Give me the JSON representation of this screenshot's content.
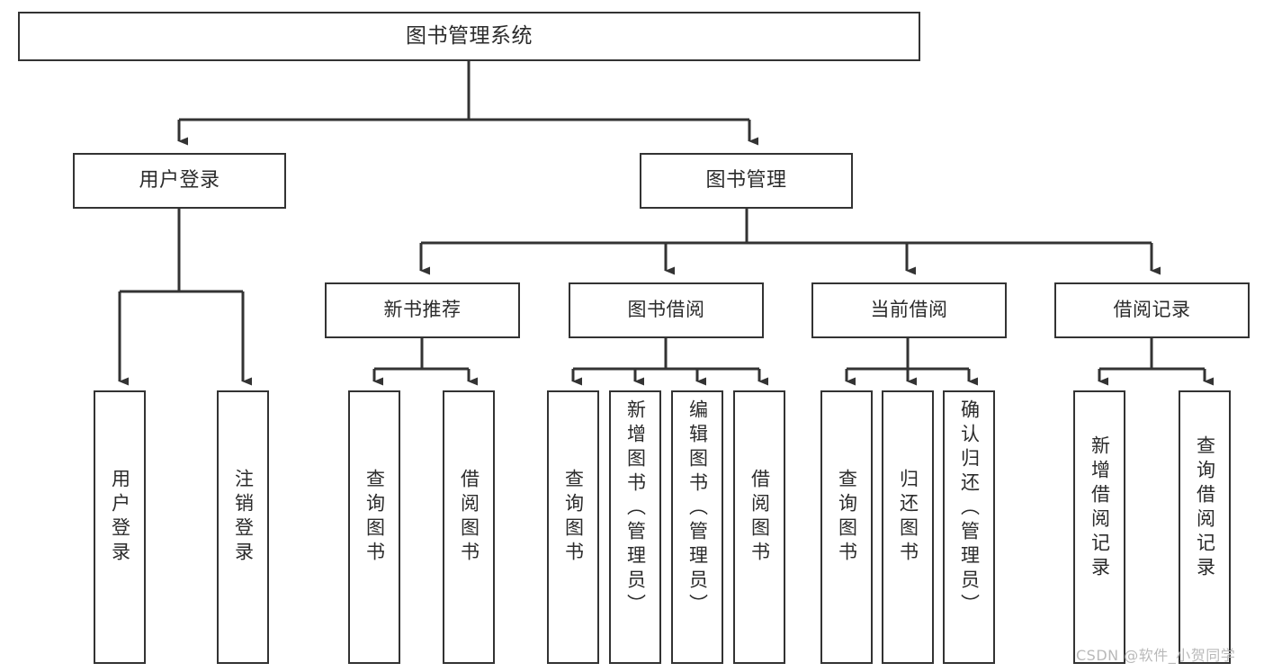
{
  "diagram": {
    "type": "tree-hierarchy-chart",
    "title": "图书管理系统",
    "colors": {
      "box_border": "#333333",
      "box_fill": "#ffffff",
      "connector": "#333333",
      "text": "#2b2b2b",
      "watermark": "#b9b9b9",
      "background": "#ffffff"
    },
    "root": {
      "label": "图书管理系统"
    },
    "level2": [
      {
        "id": "user-login",
        "label": "用户登录"
      },
      {
        "id": "book-manage",
        "label": "图书管理"
      }
    ],
    "level3": [
      {
        "id": "new-book-recommend",
        "label": "新书推荐"
      },
      {
        "id": "book-borrow",
        "label": "图书借阅"
      },
      {
        "id": "current-borrow",
        "label": "当前借阅"
      },
      {
        "id": "borrow-record",
        "label": "借阅记录"
      }
    ],
    "leaves": [
      {
        "id": "leaf-user-login",
        "parent": "user-login",
        "label": "用户登录"
      },
      {
        "id": "leaf-logout",
        "parent": "user-login",
        "label": "注销登录"
      },
      {
        "id": "leaf-query-book-1",
        "parent": "new-book-recommend",
        "label": "查询图书"
      },
      {
        "id": "leaf-borrow-book-1",
        "parent": "new-book-recommend",
        "label": "借阅图书"
      },
      {
        "id": "leaf-query-book-2",
        "parent": "book-borrow",
        "label": "查询图书"
      },
      {
        "id": "leaf-add-book",
        "parent": "book-borrow",
        "label": "新增图书（管理员）"
      },
      {
        "id": "leaf-edit-book",
        "parent": "book-borrow",
        "label": "编辑图书（管理员）"
      },
      {
        "id": "leaf-borrow-book-2",
        "parent": "book-borrow",
        "label": "借阅图书"
      },
      {
        "id": "leaf-query-book-3",
        "parent": "current-borrow",
        "label": "查询图书"
      },
      {
        "id": "leaf-return-book",
        "parent": "current-borrow",
        "label": "归还图书"
      },
      {
        "id": "leaf-confirm-return",
        "parent": "current-borrow",
        "label": "确认归还（管理员）"
      },
      {
        "id": "leaf-add-record",
        "parent": "borrow-record",
        "label": "新增借阅记录"
      },
      {
        "id": "leaf-query-record",
        "parent": "borrow-record",
        "label": "查询借阅记录"
      }
    ]
  },
  "watermark": {
    "text": "CSDN @软件_小贺同学"
  }
}
